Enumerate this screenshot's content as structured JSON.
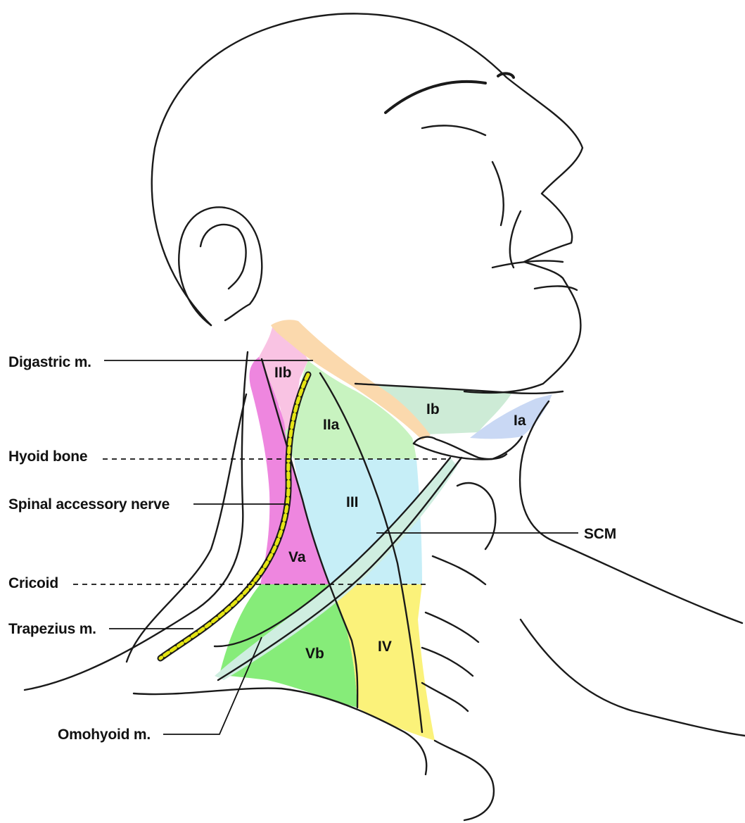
{
  "labels": {
    "digastric": "Digastric m.",
    "hyoid": "Hyoid bone",
    "spinal_accessory": "Spinal accessory nerve",
    "cricoid": "Cricoid",
    "trapezius": "Trapezius m.",
    "omohyoid": "Omohyoid m.",
    "scm": "SCM"
  },
  "levels": {
    "ia": "Ia",
    "ib": "Ib",
    "iia": "IIa",
    "iib": "IIb",
    "iii": "III",
    "iv": "IV",
    "va": "Va",
    "vb": "Vb"
  },
  "colors": {
    "level_ia": "#c9d8f4",
    "level_ib": "#cdebd6",
    "level_iia": "#c8f3c0",
    "level_iib": "#f9c3e3",
    "level_iii": "#c6eef7",
    "level_iv": "#fbf27a",
    "level_va": "#ee86df",
    "level_vb": "#86ec79",
    "digastric": "#fbd9ad",
    "omohyoid": "#cfeee0",
    "nerve": "#e6e614"
  }
}
